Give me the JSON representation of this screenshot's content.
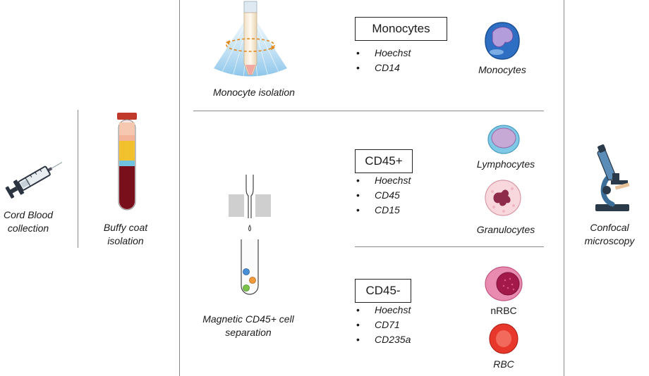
{
  "stages": {
    "cord_blood": "Cord Blood\ncollection",
    "buffy_coat": "Buffy coat\nisolation",
    "monocyte_isolation": "Monocyte isolation",
    "magnetic_separation": "Magnetic CD45+ cell\nseparation",
    "microscopy": "Confocal\nmicroscopy"
  },
  "panels": {
    "monocytes": {
      "box": "Monocytes",
      "markers": [
        "Hoechst",
        "CD14"
      ],
      "cells": [
        "Monocytes"
      ]
    },
    "cd45_pos": {
      "box": "CD45+",
      "markers": [
        "Hoechst",
        "CD45",
        "CD15"
      ],
      "cells": [
        "Lymphocytes",
        "Granulocytes"
      ]
    },
    "cd45_neg": {
      "box": "CD45-",
      "markers": [
        "Hoechst",
        "CD71",
        "CD235a"
      ],
      "cells": [
        "nRBC",
        "RBC"
      ]
    }
  },
  "colors": {
    "divider": "#8a8a8a",
    "monocyte_blue": "#2e6fc4",
    "monocyte_nucleus": "#b39ddb",
    "lymphocyte": "#c7a9d6",
    "granulocyte_nucleus": "#8e2a4a",
    "rbc_red": "#e8382c",
    "nrbc_pink": "#e98bb0",
    "blood_dark": "#7a0f1c",
    "buffy_yellow": "#f2c12e",
    "tube_blue": "#6fc3df"
  }
}
